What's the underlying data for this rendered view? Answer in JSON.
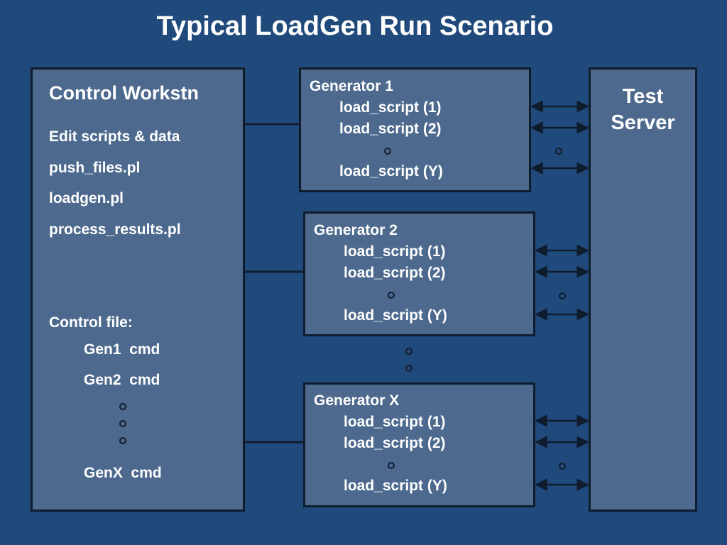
{
  "title": "Typical LoadGen Run Scenario",
  "control": {
    "heading": "Control Workstn",
    "items": [
      "Edit scripts & data",
      "push_files.pl",
      "loadgen.pl",
      "process_results.pl"
    ],
    "control_file_label": "Control file:",
    "gen_cmds": [
      "Gen1  cmd",
      "Gen2  cmd",
      "GenX  cmd"
    ]
  },
  "generators": [
    {
      "name": "Generator 1",
      "scripts": [
        "load_script (1)",
        "load_script (2)",
        "load_script (Y)"
      ]
    },
    {
      "name": "Generator 2",
      "scripts": [
        "load_script (1)",
        "load_script (2)",
        "load_script (Y)"
      ]
    },
    {
      "name": "Generator X",
      "scripts": [
        "load_script (1)",
        "load_script (2)",
        "load_script (Y)"
      ]
    }
  ],
  "server": {
    "line1": "Test",
    "line2": "Server"
  },
  "colors": {
    "background": "#214a7c",
    "box_fill": "#4d6a8e",
    "border": "#0f1c2e",
    "text": "#ffffff"
  }
}
